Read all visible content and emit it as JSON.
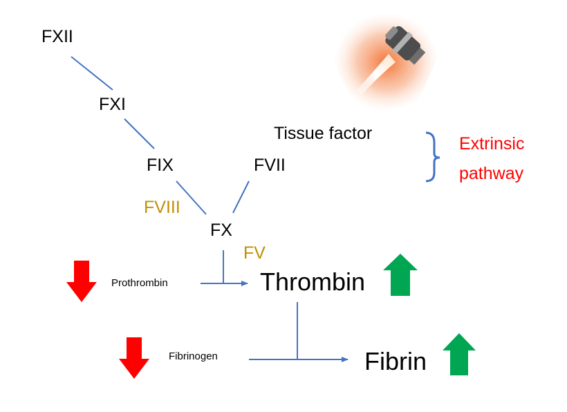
{
  "factors": {
    "fxii": "FXII",
    "fxi": "FXI",
    "fix": "FIX",
    "fvii": "FVII",
    "fviii": "FVIII",
    "fx": "FX",
    "fv": "FV",
    "tissue_factor": "Tissue factor"
  },
  "extrinsic": {
    "line1": "Extrinsic",
    "line2": "pathway"
  },
  "products": {
    "thrombin": "Thrombin",
    "fibrin": "Fibrin"
  },
  "substrates": {
    "prothrombin": "Prothrombin",
    "fibrinogen": "Fibrinogen"
  },
  "colors": {
    "connector": "#4472C4",
    "cofactor": "#BF9000",
    "extrinsic": "#FF0000",
    "down_arrow": "#FF0000",
    "up_arrow": "#00A651"
  },
  "icons": {
    "rocket": "rocket-icon",
    "down": "red-down-arrow-icon",
    "up": "green-up-arrow-icon"
  }
}
